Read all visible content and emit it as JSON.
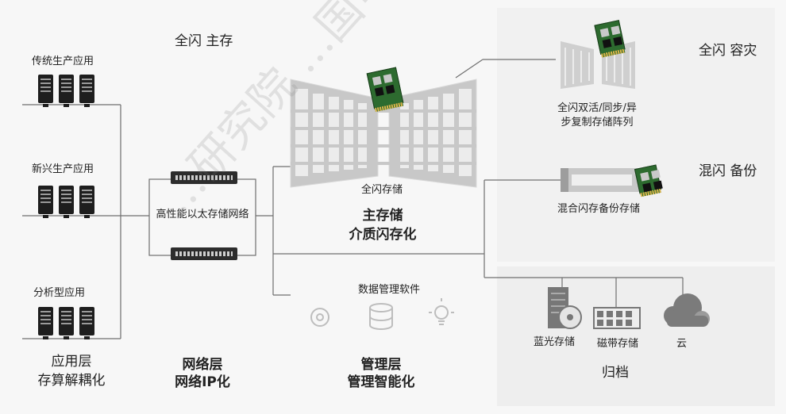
{
  "layers": {
    "application": {
      "title": "全闪 主存",
      "apps": [
        "传统生产应用",
        "新兴生产应用",
        "分析型应用"
      ],
      "layer_name": "应用层",
      "layer_feature": "存算解耦化"
    },
    "network": {
      "box_label": "高性能以太存储网络",
      "layer_name": "网络层",
      "layer_feature": "网络IP化"
    },
    "storage": {
      "label": "全闪存储",
      "title_line1": "主存储",
      "title_line2": "介质闪存化"
    },
    "management": {
      "software_label": "数据管理软件",
      "layer_name": "管理层",
      "layer_feature": "管理智能化"
    },
    "disaster_recovery": {
      "title": "全闪 容灾",
      "label": "全闪双活/同步/异步复制存储阵列"
    },
    "backup": {
      "title": "混闪 备份",
      "label": "混合闪存备份存储"
    },
    "archive": {
      "title": "归档",
      "items": [
        "蓝光存储",
        "磁带存储",
        "云"
      ]
    }
  },
  "watermark": "...研究院 ...国电子信息..."
}
